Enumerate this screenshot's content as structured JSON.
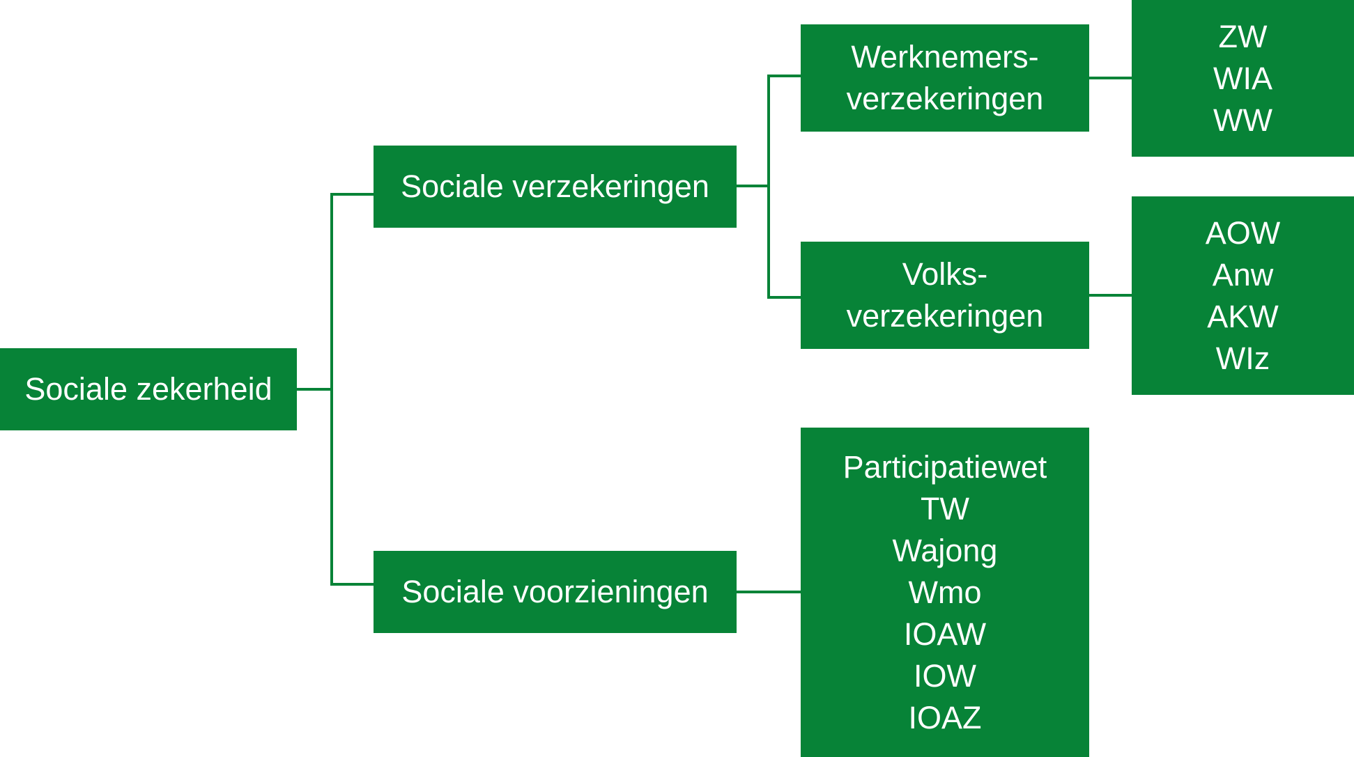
{
  "colors": {
    "box_fill": "#078337",
    "connector": "#078337",
    "text": "#ffffff"
  },
  "nodes": {
    "root": {
      "lines": [
        "Sociale zekerheid"
      ]
    },
    "sociale_verzekeringen": {
      "lines": [
        "Sociale verzekeringen"
      ]
    },
    "sociale_voorzieningen": {
      "lines": [
        "Sociale voorzieningen"
      ]
    },
    "werknemersverzekeringen": {
      "lines": [
        "Werknemers-",
        "verzekeringen"
      ]
    },
    "volksverzekeringen": {
      "lines": [
        "Volks-",
        "verzekeringen"
      ]
    },
    "werknemers_wetten": {
      "lines": [
        "ZW",
        "WIA",
        "WW"
      ]
    },
    "volks_wetten": {
      "lines": [
        "AOW",
        "Anw",
        "AKW",
        "WIz"
      ]
    },
    "voorzieningen_wetten": {
      "lines": [
        "Participatiewet",
        "TW",
        "Wajong",
        "Wmo",
        "IOAW",
        "IOW",
        "IOAZ"
      ]
    }
  }
}
